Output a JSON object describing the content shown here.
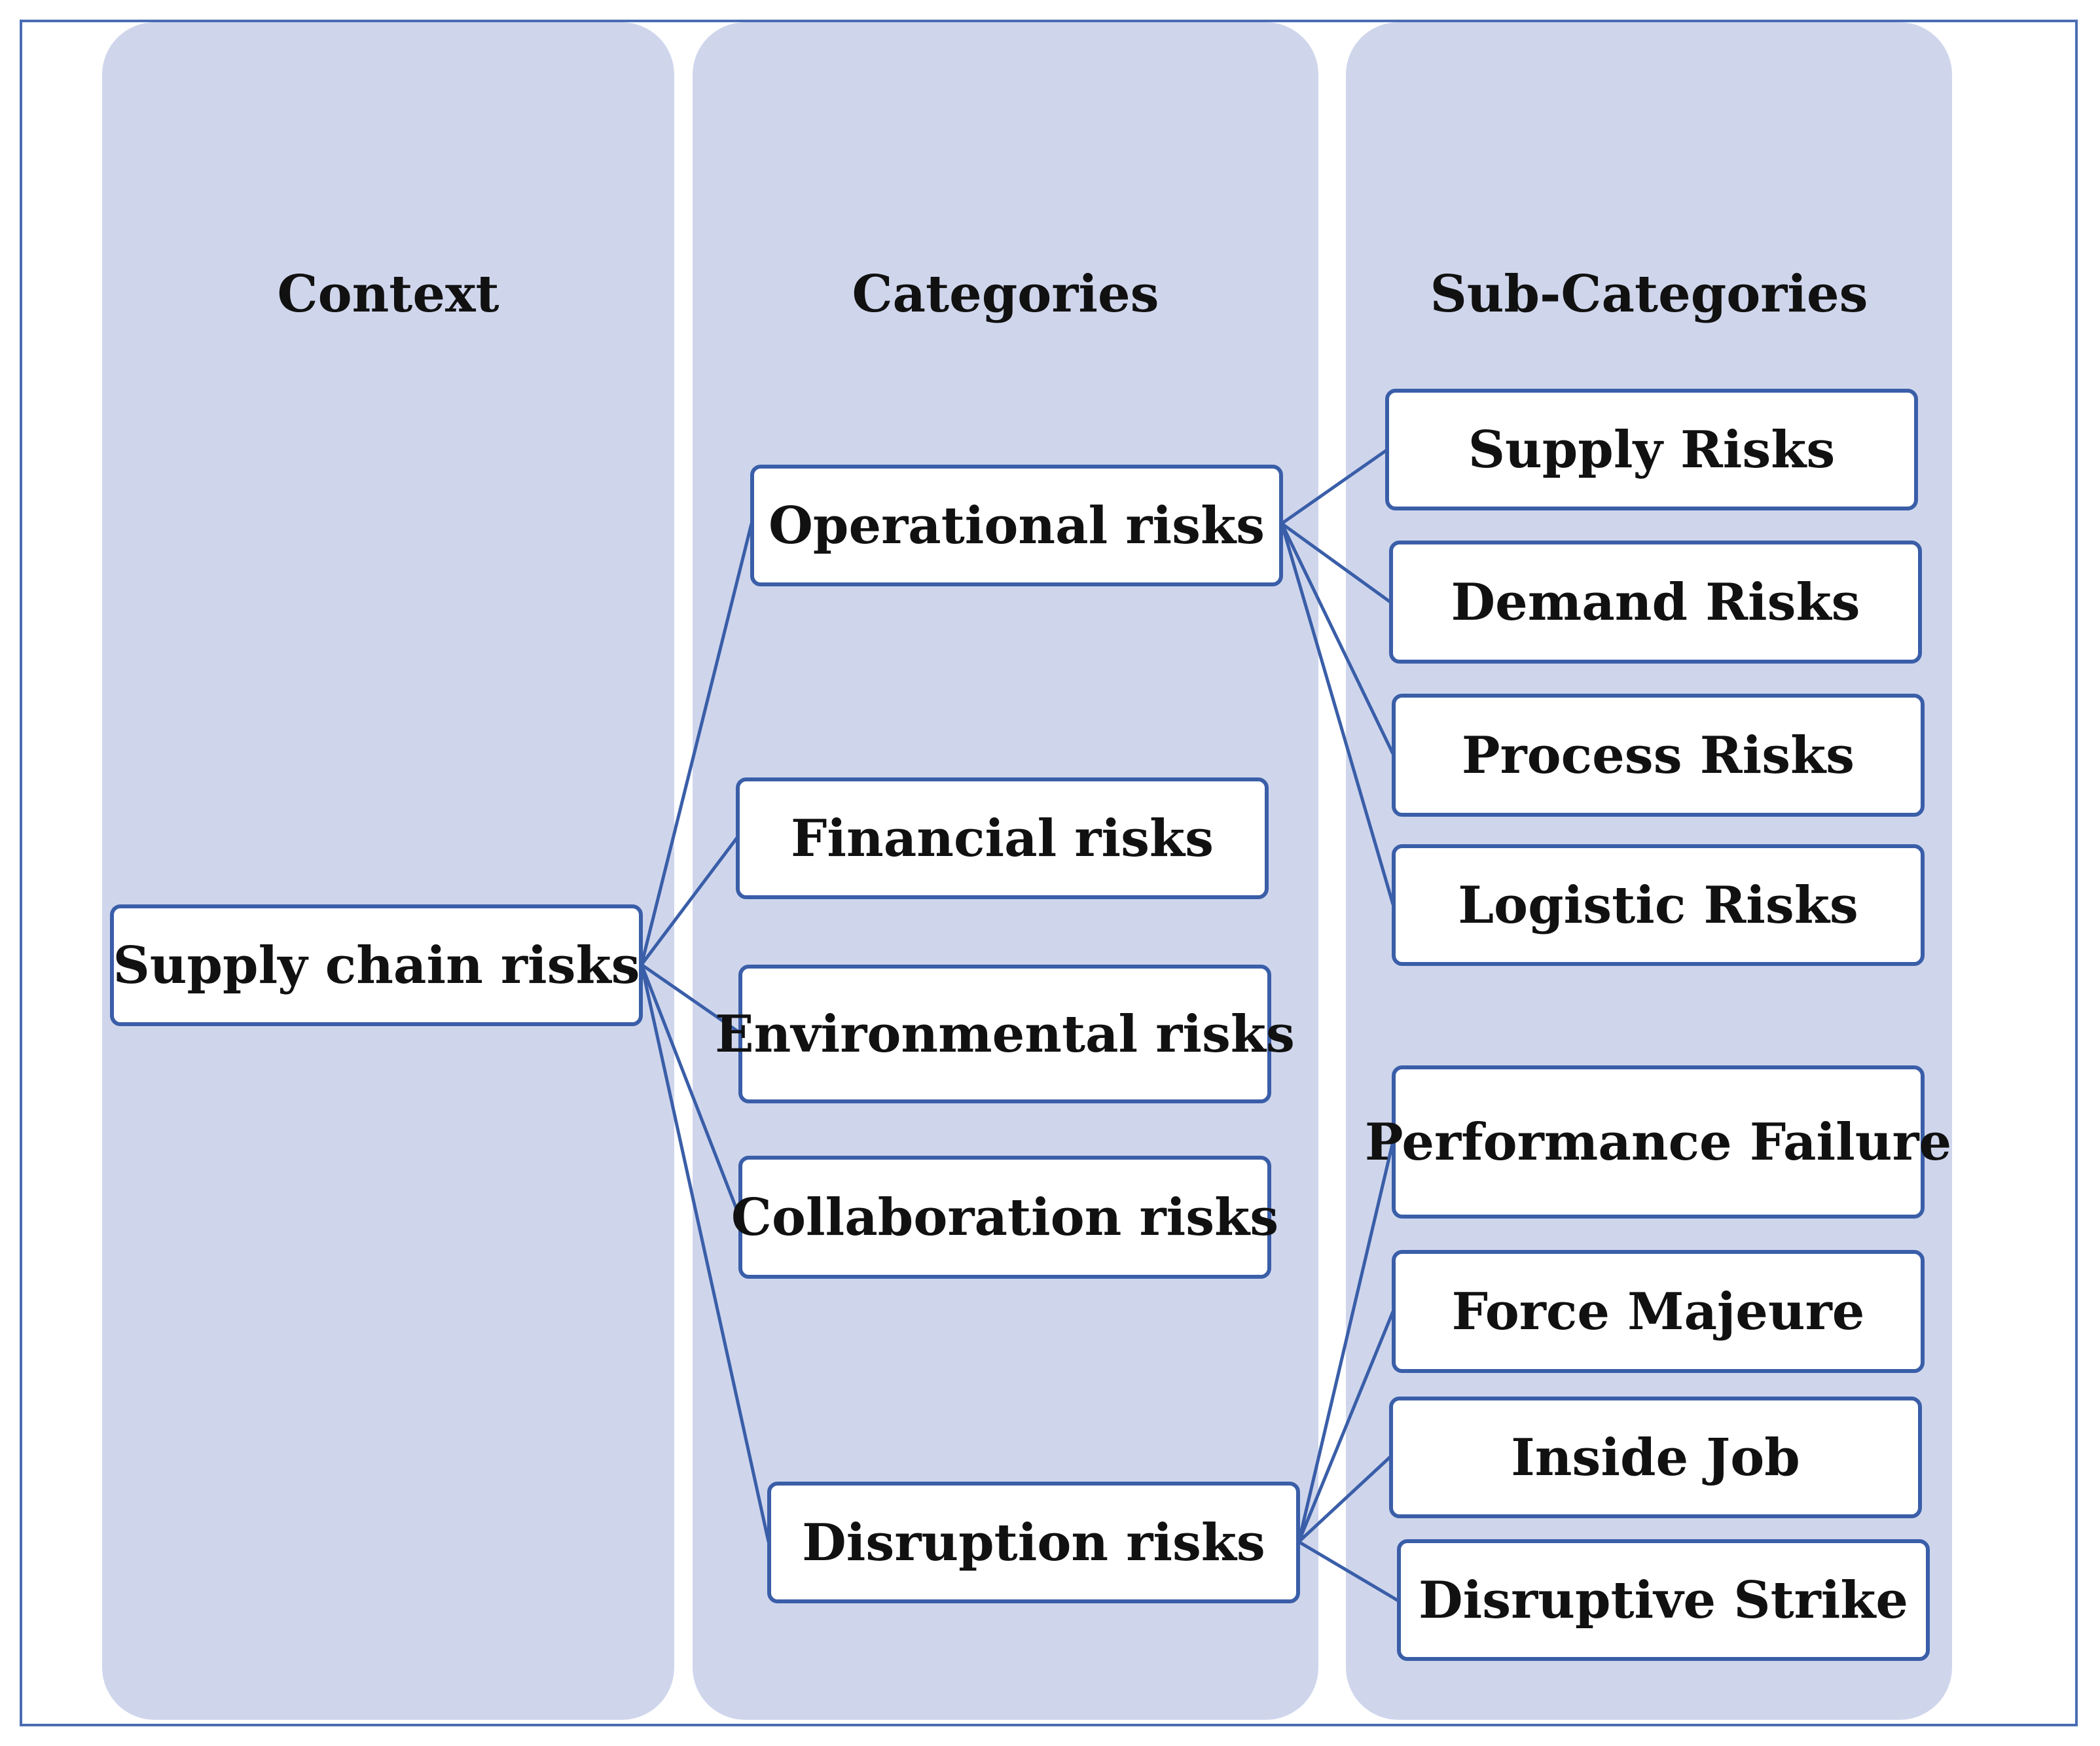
{
  "colors": {
    "frame": "#4a6db3",
    "lane": "#cfd6ec",
    "node_border": "#3a5ea8",
    "node_fill": "#ffffff",
    "text": "#111111"
  },
  "columns": {
    "context": "Context",
    "categories": "Categories",
    "subcategories": "Sub-Categories"
  },
  "context": {
    "root": "Supply chain risks"
  },
  "categories": {
    "operational": "Operational risks",
    "financial": "Financial risks",
    "environmental": "Environmental risks",
    "collaboration": "Collaboration risks",
    "disruption": "Disruption risks"
  },
  "subcategories": {
    "operational": {
      "supply": "Supply Risks",
      "demand": "Demand Risks",
      "process": "Process Risks",
      "logistic": "Logistic Risks"
    },
    "disruption": {
      "performance": "Performance Failure",
      "force": "Force Majeure",
      "inside": "Inside Job",
      "strike": "Disruptive Strike"
    }
  }
}
